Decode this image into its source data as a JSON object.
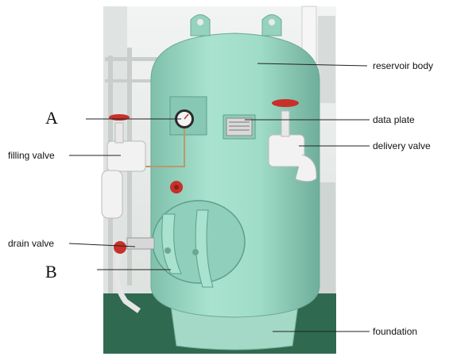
{
  "labels": {
    "reservoir_body": "reservoir body",
    "data_plate": "data plate",
    "delivery_valve": "delivery valve",
    "foundation": "foundation",
    "filling_valve": "filling valve",
    "drain_valve": "drain valve",
    "marker_a": "A",
    "marker_b": "B"
  },
  "colors": {
    "tank": "#9fdcc8",
    "tank_shadow": "#76b9a5",
    "valve_body": "#f2f2f2",
    "handwheel": "#c8302a",
    "background_wall": "#e9ecea",
    "deck": "#2f6a50",
    "leader_line": "#222222"
  }
}
